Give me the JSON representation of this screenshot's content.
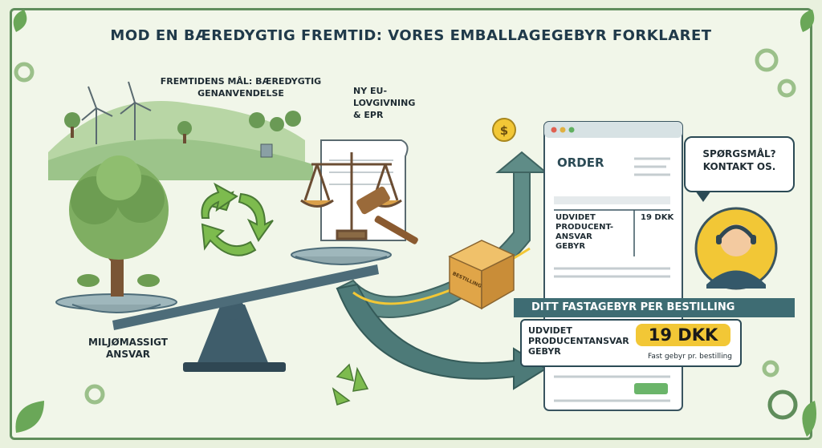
{
  "title": "MOD EN BÆREDYGTIG FREMTID: VORES EMBALLAGEGEBYR FORKLARET",
  "future_goal": "FREMTIDENS MÅL: BÆREDYGTIG GENANVENDELSE",
  "legislation": [
    "NY EU-",
    "LOVGIVNING",
    "& EPR"
  ],
  "environment": [
    "MILJØMASSIGT",
    "ANSVAR"
  ],
  "order": {
    "title": "ORDER",
    "line_label": [
      "UDVIDET",
      "PRODUCENT-",
      "ANSVAR",
      "GEBYR"
    ],
    "line_price": "19 DKK"
  },
  "box_label": "BESTILLING",
  "contact_bubble": [
    "SPØRGSMÅL?",
    "KONTAKT OS."
  ],
  "fee_banner": "DITT FASTAGEBYR PER BESTILLING",
  "fee_box": {
    "label": [
      "UDVIDET",
      "PRODUCENTANSVAR",
      "GEBYR"
    ],
    "price": "19 DKK",
    "note": "Fast gebyr pr. bestilling"
  },
  "icons": [
    "leaf-icon",
    "gear-icon",
    "tree-icon",
    "recycle-icon",
    "scale-icon",
    "gavel-icon",
    "coin-icon",
    "package-icon",
    "support-agent-icon",
    "wind-turbine-icon"
  ],
  "colors": {
    "accent_green": "#5f8d5b",
    "road": "#4d7a78",
    "price_yellow": "#f2c736",
    "banner": "#3e6c73"
  }
}
